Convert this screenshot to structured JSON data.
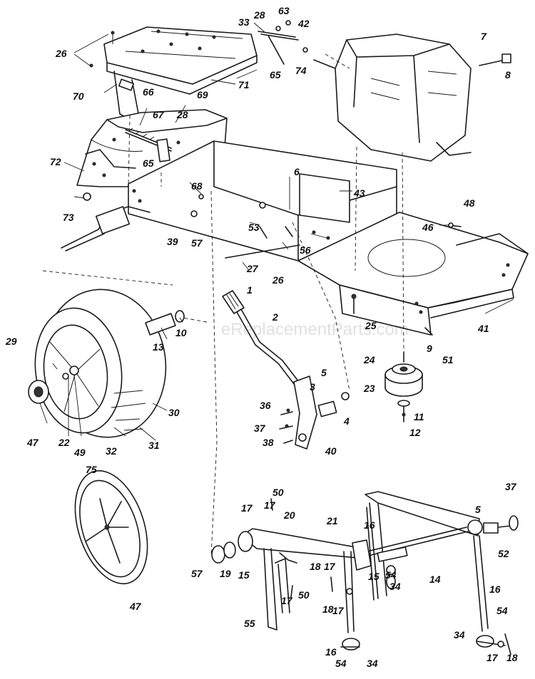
{
  "watermark": "eReplacementParts.com",
  "callouts": [
    {
      "id": "c26a",
      "text": "26"
    },
    {
      "id": "c33",
      "text": "33"
    },
    {
      "id": "c28a",
      "text": "28"
    },
    {
      "id": "c63",
      "text": "63"
    },
    {
      "id": "c42",
      "text": "42"
    },
    {
      "id": "c7",
      "text": "7"
    },
    {
      "id": "c8",
      "text": "8"
    },
    {
      "id": "c65a",
      "text": "65"
    },
    {
      "id": "c74",
      "text": "74"
    },
    {
      "id": "c71",
      "text": "71"
    },
    {
      "id": "c70",
      "text": "70"
    },
    {
      "id": "c66",
      "text": "66"
    },
    {
      "id": "c69",
      "text": "69"
    },
    {
      "id": "c67",
      "text": "67"
    },
    {
      "id": "c28b",
      "text": "28"
    },
    {
      "id": "c65b",
      "text": "65"
    },
    {
      "id": "c72",
      "text": "72"
    },
    {
      "id": "c6",
      "text": "6"
    },
    {
      "id": "c43",
      "text": "43"
    },
    {
      "id": "c68",
      "text": "68"
    },
    {
      "id": "c48",
      "text": "48"
    },
    {
      "id": "c73",
      "text": "73"
    },
    {
      "id": "c53",
      "text": "53"
    },
    {
      "id": "c46",
      "text": "46"
    },
    {
      "id": "c39",
      "text": "39"
    },
    {
      "id": "c57a",
      "text": "57"
    },
    {
      "id": "c56",
      "text": "56"
    },
    {
      "id": "c27",
      "text": "27"
    },
    {
      "id": "c26b",
      "text": "26"
    },
    {
      "id": "c1",
      "text": "1"
    },
    {
      "id": "c25",
      "text": "25"
    },
    {
      "id": "c2",
      "text": "2"
    },
    {
      "id": "c41",
      "text": "41"
    },
    {
      "id": "c10",
      "text": "10"
    },
    {
      "id": "c13",
      "text": "13"
    },
    {
      "id": "c29",
      "text": "29"
    },
    {
      "id": "c9",
      "text": "9"
    },
    {
      "id": "c51",
      "text": "51"
    },
    {
      "id": "c24",
      "text": "24"
    },
    {
      "id": "c5a",
      "text": "5"
    },
    {
      "id": "c30",
      "text": "30"
    },
    {
      "id": "c3",
      "text": "3"
    },
    {
      "id": "c23",
      "text": "23"
    },
    {
      "id": "c36",
      "text": "36"
    },
    {
      "id": "c11",
      "text": "11"
    },
    {
      "id": "c12",
      "text": "12"
    },
    {
      "id": "c4",
      "text": "4"
    },
    {
      "id": "c37a",
      "text": "37"
    },
    {
      "id": "c38",
      "text": "38"
    },
    {
      "id": "c40",
      "text": "40"
    },
    {
      "id": "c47a",
      "text": "47"
    },
    {
      "id": "c22",
      "text": "22"
    },
    {
      "id": "c49",
      "text": "49"
    },
    {
      "id": "c32",
      "text": "32"
    },
    {
      "id": "c31",
      "text": "31"
    },
    {
      "id": "c75",
      "text": "75"
    },
    {
      "id": "c50a",
      "text": "50"
    },
    {
      "id": "c37b",
      "text": "37"
    },
    {
      "id": "c17a",
      "text": "17"
    },
    {
      "id": "c17b",
      "text": "17"
    },
    {
      "id": "c20",
      "text": "20"
    },
    {
      "id": "c21",
      "text": "21"
    },
    {
      "id": "c16a",
      "text": "16"
    },
    {
      "id": "c5b",
      "text": "5"
    },
    {
      "id": "c52",
      "text": "52"
    },
    {
      "id": "c57b",
      "text": "57"
    },
    {
      "id": "c19",
      "text": "19"
    },
    {
      "id": "c15a",
      "text": "15"
    },
    {
      "id": "c18a",
      "text": "18"
    },
    {
      "id": "c17c",
      "text": "17"
    },
    {
      "id": "c15b",
      "text": "15"
    },
    {
      "id": "c54a",
      "text": "54"
    },
    {
      "id": "c34a",
      "text": "34"
    },
    {
      "id": "c14",
      "text": "14"
    },
    {
      "id": "c16b",
      "text": "16"
    },
    {
      "id": "c50b",
      "text": "50"
    },
    {
      "id": "c17d",
      "text": "17"
    },
    {
      "id": "c55",
      "text": "55"
    },
    {
      "id": "c18b",
      "text": "18"
    },
    {
      "id": "c17e",
      "text": "17"
    },
    {
      "id": "c54b",
      "text": "54"
    },
    {
      "id": "c47b",
      "text": "47"
    },
    {
      "id": "c34b",
      "text": "34"
    },
    {
      "id": "c17f",
      "text": "17"
    },
    {
      "id": "c18c",
      "text": "18"
    },
    {
      "id": "c16c",
      "text": "16"
    },
    {
      "id": "c54c",
      "text": "54"
    },
    {
      "id": "c34c",
      "text": "34"
    }
  ]
}
